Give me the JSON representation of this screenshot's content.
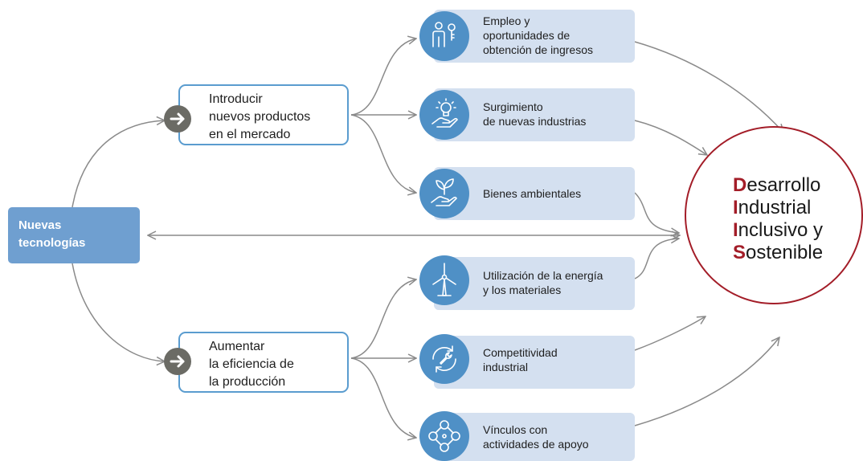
{
  "source": {
    "lines": [
      "Nuevas",
      "tecnologías"
    ]
  },
  "pathways": [
    {
      "lines": [
        "Introducir",
        "nuevos productos",
        "en el mercado"
      ]
    },
    {
      "lines": [
        "Aumentar",
        "la eficiencia de",
        "la producción"
      ]
    }
  ],
  "outcomes": [
    {
      "lines": [
        "Empleo y",
        "oportunidades de",
        "obtención de ingresos"
      ],
      "icon": "person-with-key-icon"
    },
    {
      "lines": [
        "Surgimiento",
        "de nuevas industrias"
      ],
      "icon": "hand-holding-lightbulb-icon"
    },
    {
      "lines": [
        "Bienes ambientales"
      ],
      "icon": "hand-holding-leaves-icon"
    },
    {
      "lines": [
        "Utilización de la energía",
        "y los materiales"
      ],
      "icon": "wind-turbine-icon"
    },
    {
      "lines": [
        "Competitividad",
        "industrial"
      ],
      "icon": "wrench-cycle-icon"
    },
    {
      "lines": [
        "Vínculos con",
        "actividades de apoyo"
      ],
      "icon": "connected-nodes-icon"
    }
  ],
  "goal": {
    "lines": [
      {
        "initial": "D",
        "rest": "esarrollo"
      },
      {
        "initial": "I",
        "rest": "ndustrial"
      },
      {
        "initial": "I",
        "rest": "nclusivo y"
      },
      {
        "initial": "S",
        "rest": "ostenible"
      }
    ]
  },
  "colors": {
    "card_fill": "#d4e0f0",
    "icon_circle": "#4f90c6",
    "source_fill": "#6f9fd0",
    "pathway_border": "#5a9ccf",
    "arrow_badge": "#6b6b65",
    "goal_accent": "#a31d28",
    "connector": "#8a8a8a"
  }
}
